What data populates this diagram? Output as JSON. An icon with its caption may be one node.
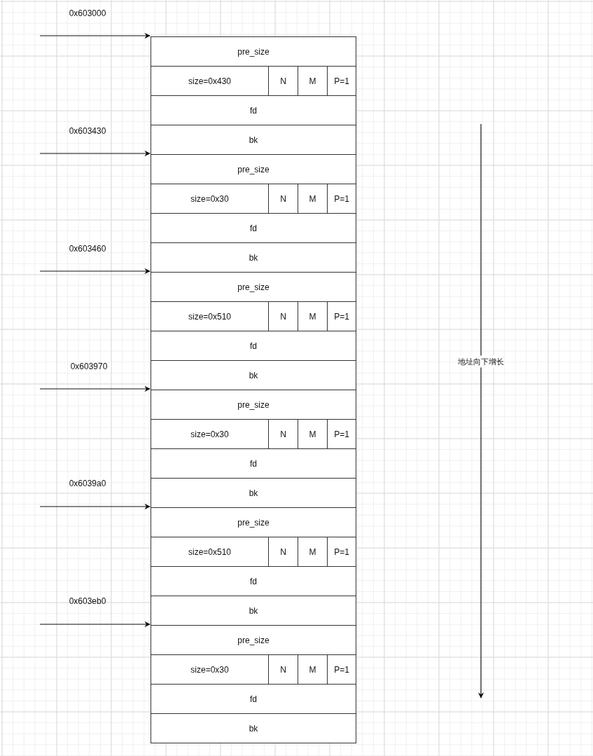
{
  "diagram": {
    "nodes": [
      {
        "text": [
          "pre_size"
        ]
      },
      {
        "text": [
          "size=0x430"
        ]
      },
      {
        "text": [
          "N"
        ]
      },
      {
        "text": [
          "M"
        ]
      },
      {
        "text": [
          "P=1"
        ]
      },
      {
        "text": [
          "fd"
        ]
      },
      {
        "text": [
          "bk"
        ]
      },
      {
        "text": [
          "pre_size"
        ]
      },
      {
        "text": [
          "size=0x30"
        ]
      },
      {
        "text": [
          "N"
        ]
      },
      {
        "text": [
          "M"
        ]
      },
      {
        "text": [
          "P=1"
        ]
      },
      {
        "text": [
          "fd"
        ]
      },
      {
        "text": [
          "bk"
        ]
      },
      {
        "text": [
          "pre_size"
        ]
      },
      {
        "text": [
          "size=0x510"
        ]
      },
      {
        "text": [
          "N"
        ]
      },
      {
        "text": [
          "M"
        ]
      },
      {
        "text": [
          "P=1"
        ]
      },
      {
        "text": [
          "fd"
        ]
      },
      {
        "text": [
          "bk"
        ]
      },
      {
        "text": [
          "pre_size"
        ]
      },
      {
        "text": [
          "size=0x30"
        ]
      },
      {
        "text": [
          "N"
        ]
      },
      {
        "text": [
          "M"
        ]
      },
      {
        "text": [
          "P=1"
        ]
      },
      {
        "text": [
          "fd"
        ]
      },
      {
        "text": [
          "bk"
        ]
      },
      {
        "text": [
          "pre_size"
        ]
      },
      {
        "text": [
          "size=0x510"
        ]
      },
      {
        "text": [
          "N"
        ]
      },
      {
        "text": [
          "M"
        ]
      },
      {
        "text": [
          "P=1"
        ]
      },
      {
        "text": [
          "fd"
        ]
      },
      {
        "text": [
          "bk"
        ]
      },
      {
        "text": [
          "pre_size"
        ]
      },
      {
        "text": [
          "size=0x30"
        ]
      },
      {
        "text": [
          "N"
        ]
      },
      {
        "text": [
          "M"
        ]
      },
      {
        "text": [
          "P=1"
        ]
      },
      {
        "text": [
          "fd"
        ]
      },
      {
        "text": [
          "bk"
        ]
      }
    ],
    "edges": [
      {
        "from": null,
        "to": 0,
        "arrow": "to"
      },
      {
        "from": null,
        "to": 7,
        "arrow": "to"
      },
      {
        "from": null,
        "to": 14,
        "arrow": "to"
      },
      {
        "from": null,
        "to": 21,
        "arrow": "to"
      },
      {
        "from": null,
        "to": 28,
        "arrow": "to"
      },
      {
        "from": null,
        "to": 35,
        "arrow": "to"
      }
    ],
    "labels": [
      "0x603000",
      "0x603430",
      "0x603460",
      "0x603970",
      "0x6039a0",
      "0x603eb0",
      "地址向下增长"
    ]
  }
}
